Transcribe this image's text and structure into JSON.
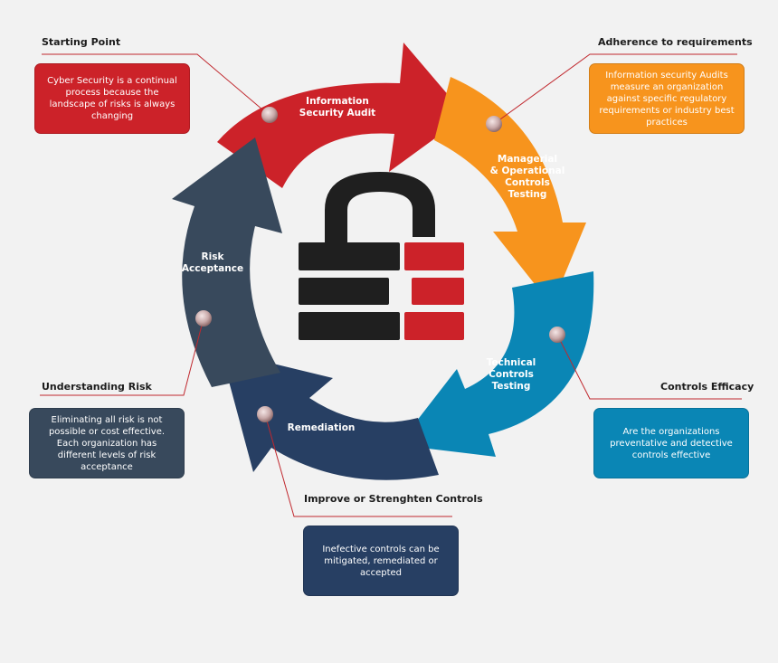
{
  "colors": {
    "red": "#cc2229",
    "orange": "#f7941d",
    "blue": "#0a86b5",
    "navy": "#273f63",
    "slate": "#38495c",
    "lock": "#1f1f1f",
    "connector": "#c0282e"
  },
  "icons": {
    "center": "padlock-icon"
  },
  "segments": {
    "audit": "Information\nSecurity Audit",
    "managerial": "Managerial\n& Operational\nControls\nTesting",
    "technical": "Technical\nControls\nTesting",
    "remediation": "Remediation",
    "risk": "Risk\nAcceptance"
  },
  "callouts": {
    "starting_point": {
      "heading": "Starting Point",
      "text": "Cyber Security is a continual process because the landscape of risks is always changing"
    },
    "adherence": {
      "heading": "Adherence to requirements",
      "text": "Information security Audits measure an organization against specific regulatory requirements or industry best practices"
    },
    "efficacy": {
      "heading": "Controls Efficacy",
      "text": "Are the organizations preventative and detective controls effective"
    },
    "improve": {
      "heading": "Improve or Strenghten Controls",
      "text": "Inefective controls can be mitigated, remediated or accepted"
    },
    "understanding": {
      "heading": "Understanding Risk",
      "text": "Eliminating all risk is not possible or cost effective. Each organization has different levels of risk acceptance"
    }
  }
}
